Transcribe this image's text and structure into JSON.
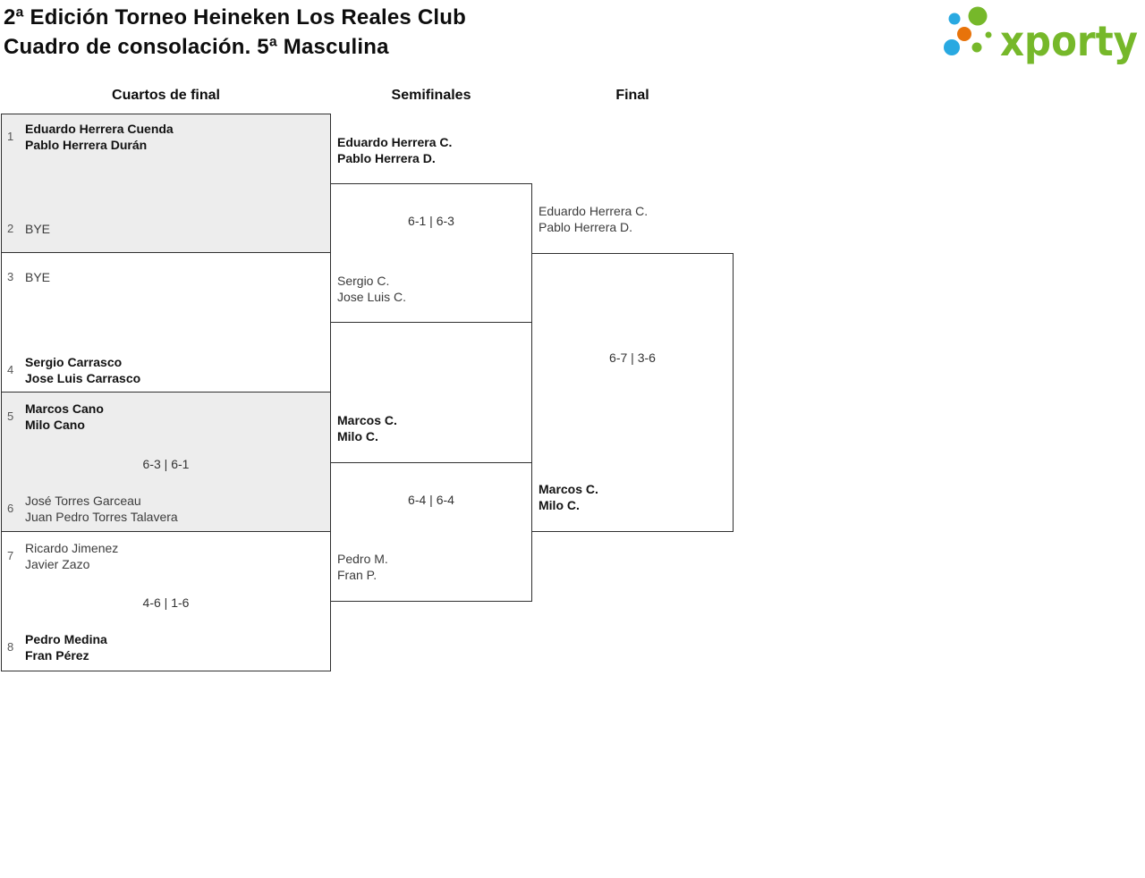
{
  "title": {
    "line1": "2ª Edición Torneo Heineken Los Reales Club",
    "line2": "Cuadro de consolación. 5ª Masculina"
  },
  "logo": {
    "text": "xporty",
    "colors": {
      "green": "#76b82a",
      "blue": "#29a9e1",
      "orange": "#e8730a"
    }
  },
  "headers": {
    "round1": "Cuartos de final",
    "round2": "Semifinales",
    "round3": "Final"
  },
  "quarterfinals": [
    {
      "team1": {
        "seed": "1",
        "line1": "Eduardo Herrera Cuenda",
        "line2": "Pablo Herrera Durán",
        "winner": true
      },
      "team2": {
        "seed": "2",
        "line1": "BYE",
        "line2": "",
        "winner": false
      },
      "score": ""
    },
    {
      "team1": {
        "seed": "3",
        "line1": "BYE",
        "line2": "",
        "winner": false
      },
      "team2": {
        "seed": "4",
        "line1": "Sergio Carrasco",
        "line2": "Jose Luis Carrasco",
        "winner": true
      },
      "score": ""
    },
    {
      "team1": {
        "seed": "5",
        "line1": "Marcos Cano",
        "line2": "Milo Cano",
        "winner": true
      },
      "team2": {
        "seed": "6",
        "line1": "José Torres Garceau",
        "line2": "Juan Pedro Torres Talavera",
        "winner": false
      },
      "score": "6-3 | 6-1"
    },
    {
      "team1": {
        "seed": "7",
        "line1": "Ricardo Jimenez",
        "line2": "Javier Zazo",
        "winner": false
      },
      "team2": {
        "seed": "8",
        "line1": "Pedro Medina",
        "line2": "Fran Pérez",
        "winner": true
      },
      "score": "4-6 | 1-6"
    }
  ],
  "semifinals": [
    {
      "team1": {
        "line1": "Eduardo Herrera C.",
        "line2": "Pablo Herrera D.",
        "winner": true
      },
      "team2": {
        "line1": "Sergio C.",
        "line2": "Jose Luis C.",
        "winner": false
      },
      "score": "6-1 | 6-3"
    },
    {
      "team1": {
        "line1": "Marcos C.",
        "line2": "Milo C.",
        "winner": true
      },
      "team2": {
        "line1": "Pedro M.",
        "line2": "Fran P.",
        "winner": false
      },
      "score": "6-4 | 6-4"
    }
  ],
  "final": {
    "team1": {
      "line1": "Eduardo Herrera C.",
      "line2": "Pablo Herrera D.",
      "winner": false
    },
    "team2": {
      "line1": "Marcos C.",
      "line2": "Milo C.",
      "winner": true
    },
    "score": "6-7 | 3-6"
  }
}
